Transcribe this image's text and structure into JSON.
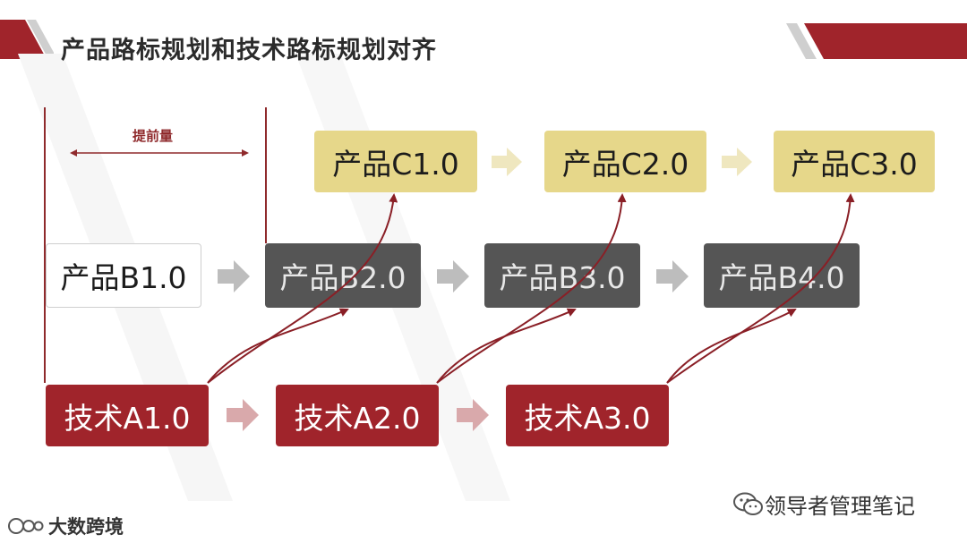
{
  "title": "产品路标规划和技术路标规划对齐",
  "lead_label": "提前量",
  "product_c": [
    "产品C1.0",
    "产品C2.0",
    "产品C3.0"
  ],
  "product_b": [
    "产品B1.0",
    "产品B2.0",
    "产品B3.0",
    "产品B4.0"
  ],
  "tech_a": [
    "技术A1.0",
    "技术A2.0",
    "技术A3.0"
  ],
  "footer": {
    "wechat_label": "领导者管理笔记",
    "logo_label": "大数跨境"
  },
  "colors": {
    "accent": "#a0242b",
    "gold": "#e6d78a",
    "dark_gray": "#555555"
  }
}
